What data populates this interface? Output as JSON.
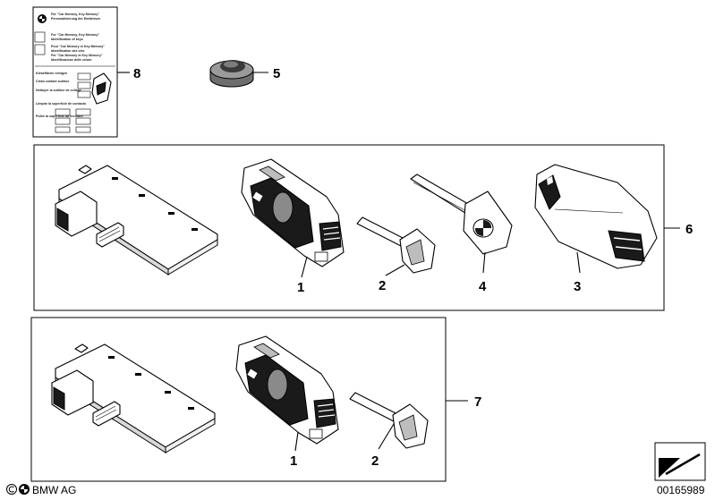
{
  "booklet": {
    "lines": [
      "Für \"Car Memory, Key Memory\"",
      "Personalisierung der Einfahrsen",
      "For \"Car Memory, Key Memory\"",
      "Identification of keys",
      "Pour \"Car Memory et Key Memory\"",
      "Identification des clés",
      "Per \"Car Memory et Key Memory\"",
      "Identificazione delle chiavi",
      "Klebefläche reinigen",
      "Clean contact surface",
      "Nettoyer la surface de collage",
      "Limpiar la superficie de contacto",
      "Pulire la superficie da incollare"
    ]
  },
  "callouts": {
    "c8": "8",
    "c5": "5",
    "c6": "6",
    "c7": "7",
    "top_1": "1",
    "top_2": "2",
    "top_4": "4",
    "top_3": "3",
    "bot_1": "1",
    "bot_2": "2"
  },
  "footer": {
    "brand": "BMW AG",
    "doc_number": "00165989"
  },
  "icons": {
    "brand_logo": "bmw-roundel-icon",
    "copyright": "copyright-icon",
    "nav_arrow": "arrow-icon"
  }
}
